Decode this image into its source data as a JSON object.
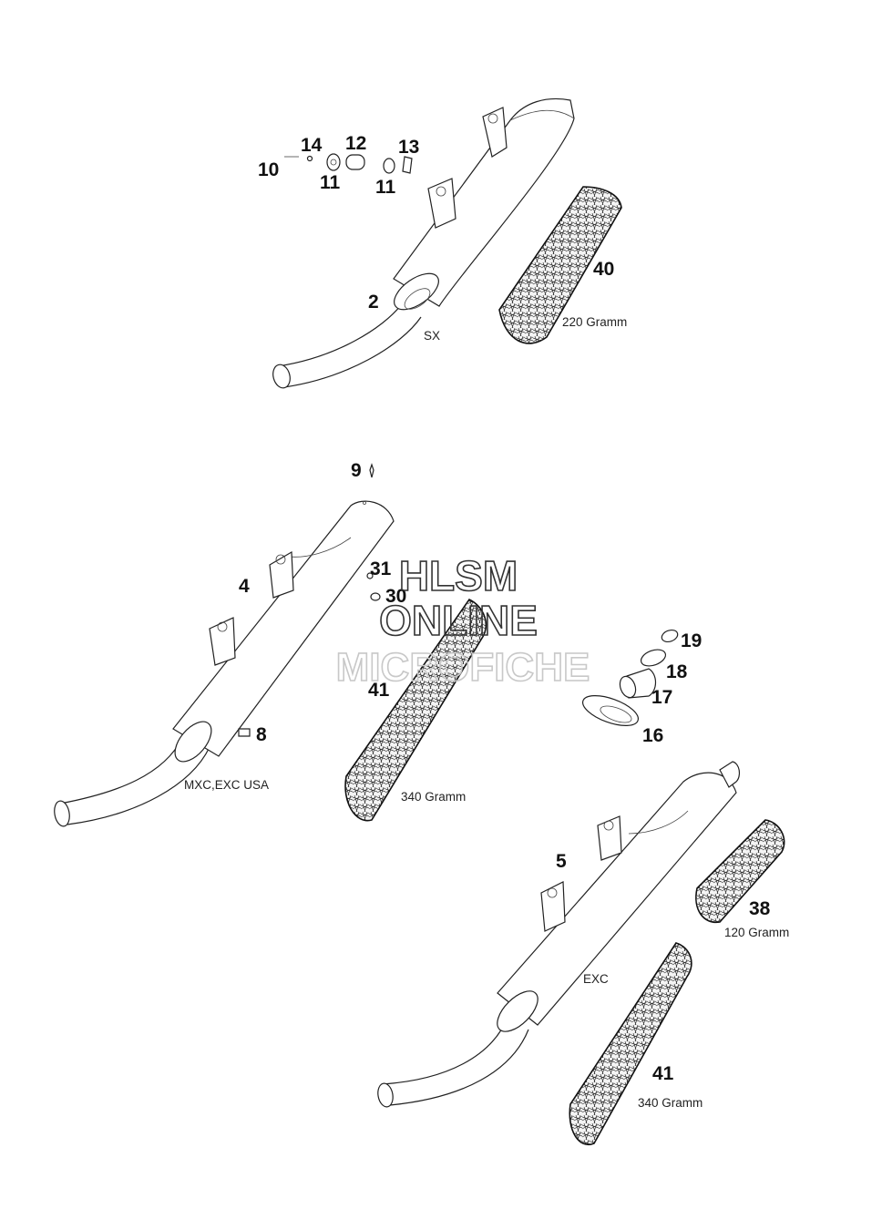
{
  "callouts": {
    "c2": "2",
    "c4": "4",
    "c5": "5",
    "c8": "8",
    "c9": "9",
    "c10": "10",
    "c11a": "11",
    "c11b": "11",
    "c12": "12",
    "c13": "13",
    "c14": "14",
    "c16": "16",
    "c17": "17",
    "c18": "18",
    "c19": "19",
    "c30": "30",
    "c31": "31",
    "c38": "38",
    "c40": "40",
    "c41a": "41",
    "c41b": "41"
  },
  "variants": {
    "sx": "SX",
    "mxc": "MXC,EXC USA",
    "exc": "EXC"
  },
  "weights": {
    "w220": "220 Gramm",
    "w340a": "340 Gramm",
    "w120": "120 Gramm",
    "w340b": "340 Gramm"
  },
  "watermark": {
    "line1": "HLSM",
    "line2": "ONLINE",
    "line3": "MICROFICHE"
  }
}
